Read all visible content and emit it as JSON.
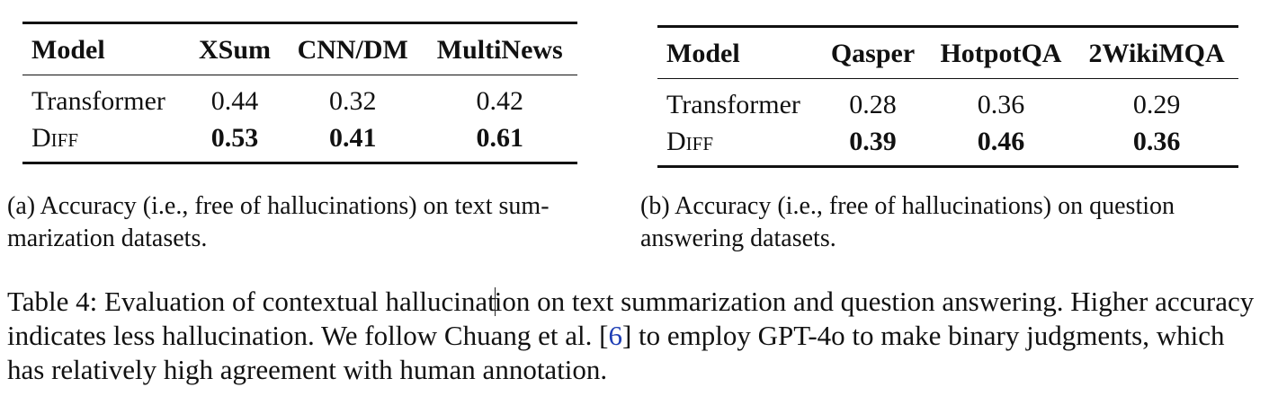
{
  "tables": [
    {
      "columns": [
        "Model",
        "XSum",
        "CNN/DM",
        "MultiNews"
      ],
      "rows": [
        {
          "model": "Transformer",
          "values": [
            "0.44",
            "0.32",
            "0.42"
          ]
        },
        {
          "model": "Diff",
          "values": [
            "0.53",
            "0.41",
            "0.61"
          ]
        }
      ],
      "caption": "(a) Accuracy (i.e., free of hallucinations) on text summarization datasets.",
      "caption_line1": "(a) Accuracy (i.e., free of hallucinations) on text sum-",
      "caption_line2": "marization datasets."
    },
    {
      "columns": [
        "Model",
        "Qasper",
        "HotpotQA",
        "2WikiMQA"
      ],
      "rows": [
        {
          "model": "Transformer",
          "values": [
            "0.28",
            "0.36",
            "0.29"
          ]
        },
        {
          "model": "Diff",
          "values": [
            "0.39",
            "0.46",
            "0.36"
          ]
        }
      ],
      "caption": "(b) Accuracy (i.e., free of hallucinations) on question answering datasets.",
      "caption_line1": "(b) Accuracy (i.e., free of hallucinations) on question",
      "caption_line2": "answering datasets."
    }
  ],
  "main_caption": {
    "part1": "Table 4: Evaluation of contextual hallucinat",
    "part2": "ion on text summarization and question answering. Higher accuracy indicates less hallucination. We follow Chuang et al. [",
    "citation": "6",
    "part3": "] to employ GPT-4o to make binary judgments, which has relatively high agreement with human annotation."
  }
}
